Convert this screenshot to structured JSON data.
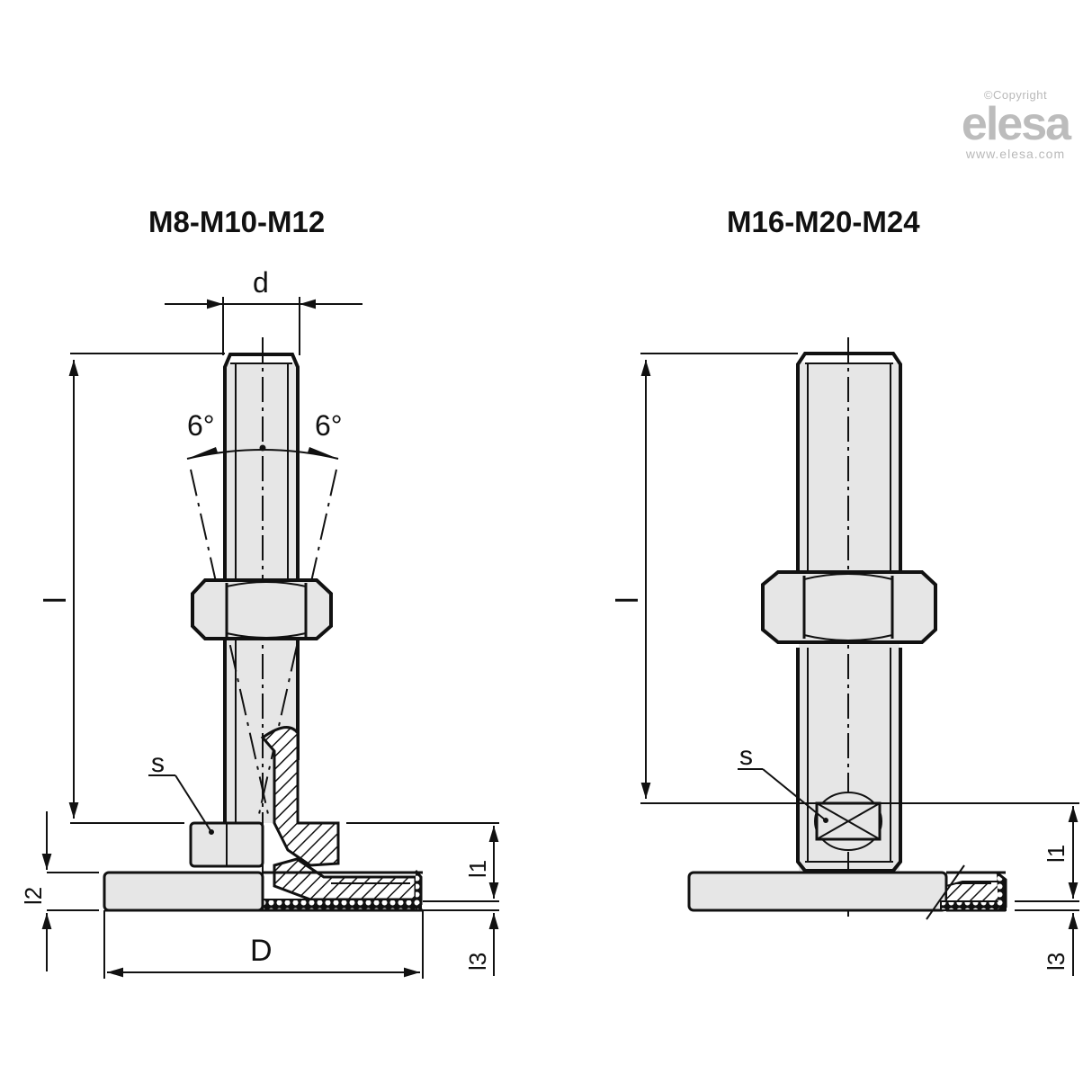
{
  "watermark": {
    "copyright": "©Copyright",
    "brand": "elesa",
    "url": "www.elesa.com"
  },
  "views": [
    {
      "title": "M8-M10-M12",
      "labels": {
        "d": "d",
        "angle_left": "6°",
        "angle_right": "6°",
        "l": "l",
        "s": "s",
        "l1": "l1",
        "l2": "l2",
        "l3": "l3",
        "D": "D"
      }
    },
    {
      "title": "M16-M20-M24",
      "labels": {
        "l": "l",
        "s": "s",
        "l1": "l1",
        "l3": "l3"
      }
    }
  ],
  "colors": {
    "line": "#111111",
    "fill": "#e6e6e6",
    "watermark": "#bbbbbb"
  }
}
